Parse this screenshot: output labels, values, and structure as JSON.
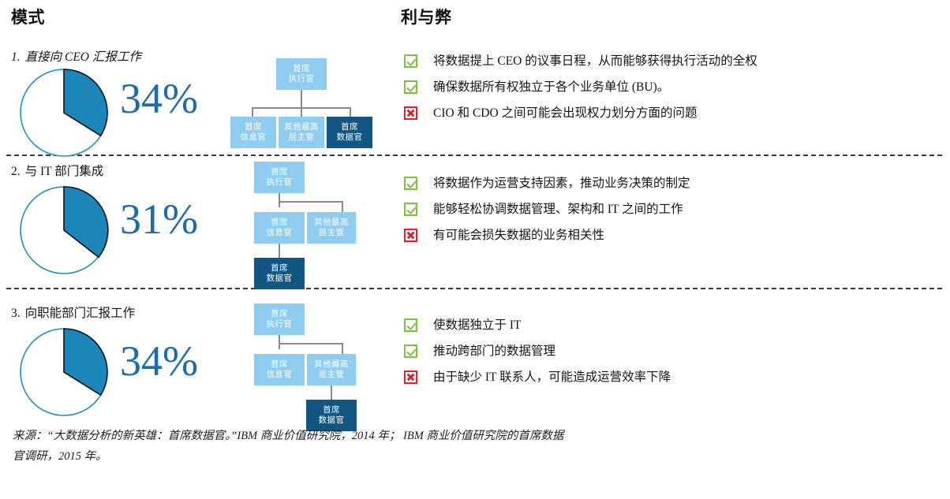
{
  "headers": {
    "modes": "模式",
    "pros_cons": "利与弊"
  },
  "colors": {
    "pie_slice": "#1d86b8",
    "pie_outline": "#1b8fc4",
    "percent_text": "#1b6ca8",
    "org_light": "#8ecdf0",
    "org_dark": "#115582",
    "connector": "#8a8a8a",
    "check_green": "#7ec13d",
    "cross_red": "#d8252c",
    "divider": "#3a3a3a"
  },
  "sections": [
    {
      "number": "1.",
      "title": "直接向 CEO 汇报工作",
      "italic": true,
      "percent": "34%",
      "percent_value": 34,
      "org": {
        "layout": "ceo-three-children",
        "boxes": [
          {
            "id": "ceo",
            "line1": "首席",
            "line2": "执行官",
            "tone": "light"
          },
          {
            "id": "cio",
            "line1": "首席",
            "line2": "信息官",
            "tone": "light"
          },
          {
            "id": "other",
            "line1": "其他最高",
            "line2": "层主管",
            "tone": "light"
          },
          {
            "id": "cdo",
            "line1": "首席",
            "line2": "数据官",
            "tone": "dark"
          }
        ]
      },
      "bullets": [
        {
          "mark": "check-icon",
          "type": "pro",
          "text": "将数据提上 CEO 的议事日程，从而能够获得执行活动的全权"
        },
        {
          "mark": "check-icon",
          "type": "pro",
          "text": "确保数据所有权独立于各个业务单位 (BU)。"
        },
        {
          "mark": "cross-icon",
          "type": "con",
          "text": "CIO 和 CDO 之间可能会出现权力划分方面的问题"
        }
      ]
    },
    {
      "number": "2.",
      "title": "与 IT 部门集成",
      "italic": false,
      "percent": "31%",
      "percent_value": 31,
      "org": {
        "layout": "cdo-under-cio",
        "boxes": [
          {
            "id": "ceo",
            "line1": "首席",
            "line2": "执行官",
            "tone": "light"
          },
          {
            "id": "cio",
            "line1": "首席",
            "line2": "信息官",
            "tone": "light"
          },
          {
            "id": "other",
            "line1": "其他最高",
            "line2": "层主管",
            "tone": "light"
          },
          {
            "id": "cdo",
            "line1": "首席",
            "line2": "数据官",
            "tone": "dark"
          }
        ]
      },
      "bullets": [
        {
          "mark": "check-icon",
          "type": "pro",
          "text": "将数据作为运营支持因素，推动业务决策的制定"
        },
        {
          "mark": "check-icon",
          "type": "pro",
          "text": "能够轻松协调数据管理、架构和 IT 之间的工作"
        },
        {
          "mark": "cross-icon",
          "type": "con",
          "text": "有可能会损失数据的业务相关性"
        }
      ]
    },
    {
      "number": "3.",
      "title": "向职能部门汇报工作",
      "italic": false,
      "percent": "34%",
      "percent_value": 34,
      "org": {
        "layout": "cdo-under-other",
        "boxes": [
          {
            "id": "ceo",
            "line1": "首席",
            "line2": "执行官",
            "tone": "light"
          },
          {
            "id": "cio",
            "line1": "首席",
            "line2": "信息官",
            "tone": "light"
          },
          {
            "id": "other",
            "line1": "其他最高",
            "line2": "层主管",
            "tone": "light"
          },
          {
            "id": "cdo",
            "line1": "首席",
            "line2": "数据官",
            "tone": "dark"
          }
        ]
      },
      "bullets": [
        {
          "mark": "check-icon",
          "type": "pro",
          "text": "使数据独立于 IT"
        },
        {
          "mark": "check-icon",
          "type": "pro",
          "text": "推动跨部门的数据管理"
        },
        {
          "mark": "cross-icon",
          "type": "con",
          "text": "由于缺少 IT 联系人，可能造成运营效率下降"
        }
      ]
    }
  ],
  "source": {
    "line1": "来源：“大数据分析的新英雄：首席数据官。”IBM 商业价值研究院，2014 年； IBM 商业价值研究院的首席数据",
    "line2": "官调研，2015 年。"
  },
  "chart_data": [
    {
      "type": "pie",
      "title": "直接向 CEO 汇报工作",
      "categories": [
        "直接向 CEO 汇报工作",
        "其他"
      ],
      "values": [
        34,
        66
      ],
      "labels": [
        "34%",
        ""
      ],
      "start_angle_deg": 0,
      "direction": "clockwise",
      "colors": [
        "#1d86b8",
        "#ffffff"
      ]
    },
    {
      "type": "pie",
      "title": "与 IT 部门集成",
      "categories": [
        "与 IT 部门集成",
        "其他"
      ],
      "values": [
        31,
        69
      ],
      "labels": [
        "31%",
        ""
      ],
      "start_angle_deg": 0,
      "direction": "clockwise",
      "colors": [
        "#1d86b8",
        "#ffffff"
      ]
    },
    {
      "type": "pie",
      "title": "向职能部门汇报工作",
      "categories": [
        "向职能部门汇报工作",
        "其他"
      ],
      "values": [
        34,
        66
      ],
      "labels": [
        "34%",
        ""
      ],
      "start_angle_deg": 0,
      "direction": "clockwise",
      "colors": [
        "#1d86b8",
        "#ffffff"
      ]
    }
  ]
}
